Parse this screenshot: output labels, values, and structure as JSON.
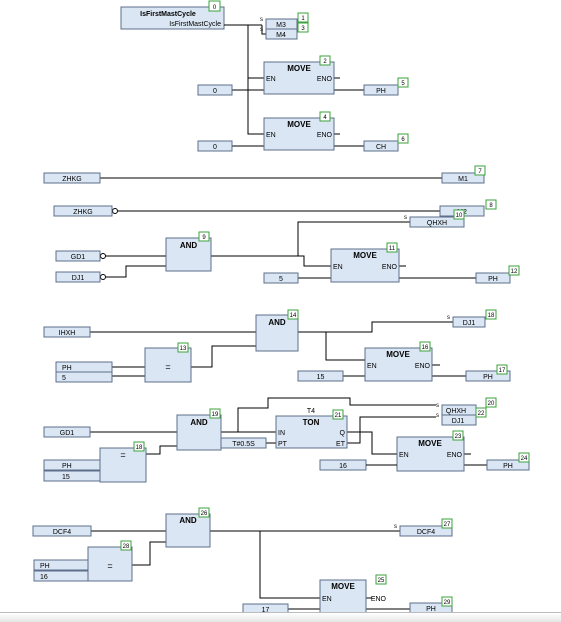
{
  "diagram": {
    "first_cycle": {
      "title": "IsFirstMastCycle",
      "output": "IsFirstMastCycle",
      "index": "0"
    },
    "set_m3": {
      "label": "M3",
      "mark": "s",
      "index": "1"
    },
    "set_m4": {
      "label": "M4",
      "mark": "s",
      "index": "3"
    },
    "move2": {
      "title": "MOVE",
      "en": "EN",
      "eno": "ENO",
      "index": "2",
      "input": "0",
      "output": "PH",
      "output_index": "5"
    },
    "move4": {
      "title": "MOVE",
      "en": "EN",
      "eno": "ENO",
      "index": "4",
      "input": "0",
      "output": "CH",
      "output_index": "6"
    },
    "zhkg_m1": {
      "input": "ZHKG",
      "output": "M1",
      "index": "7"
    },
    "zhkg_m2": {
      "input": "ZHKG",
      "output": "M2",
      "index": "8"
    },
    "reset_qhxh": {
      "label": "QHXH",
      "mark": "s",
      "index": "10"
    },
    "and9": {
      "title": "AND",
      "index": "9",
      "input1": "GD1",
      "input2": "DJ1"
    },
    "move11": {
      "title": "MOVE",
      "en": "EN",
      "eno": "ENO",
      "index": "11",
      "input": "5",
      "output": "PH",
      "output_index": "12"
    },
    "and14": {
      "title": "AND",
      "index": "14",
      "input1": "IHXH"
    },
    "eq13": {
      "title": "=",
      "index": "13",
      "input1": "PH",
      "input2": "5"
    },
    "set_dj1": {
      "label": "DJ1",
      "mark": "s",
      "index": "18"
    },
    "move16": {
      "title": "MOVE",
      "en": "EN",
      "eno": "ENO",
      "index": "16",
      "input": "15",
      "output": "PH",
      "output_index": "17"
    },
    "and19": {
      "title": "AND",
      "index": "19",
      "input1": "GD1"
    },
    "eq18": {
      "title": "=",
      "index": "18",
      "input1": "PH",
      "input2": "15"
    },
    "ton21": {
      "instance": "T4",
      "title": "TON",
      "index": "21",
      "in": "IN",
      "pt": "PT",
      "q": "Q",
      "et": "ET",
      "pt_value": "T#0.5S"
    },
    "set_qhxh": {
      "label": "QHXH",
      "mark": "s",
      "index": "20"
    },
    "reset_dj1": {
      "label": "DJ1",
      "mark": "s",
      "index": "22"
    },
    "move23": {
      "title": "MOVE",
      "en": "EN",
      "eno": "ENO",
      "index": "23",
      "input": "16",
      "output": "PH",
      "output_index": "24"
    },
    "and26": {
      "title": "AND",
      "index": "26",
      "input1": "DCF4"
    },
    "eq28": {
      "title": "=",
      "index": "28",
      "input1": "PH",
      "input2": "16"
    },
    "set_dcf4": {
      "label": "DCF4",
      "mark": "s",
      "index": "27"
    },
    "move25": {
      "title": "MOVE",
      "en": "EN",
      "eno": "ENO",
      "index": "25",
      "input": "17",
      "output": "PH",
      "output_index": "29"
    }
  }
}
